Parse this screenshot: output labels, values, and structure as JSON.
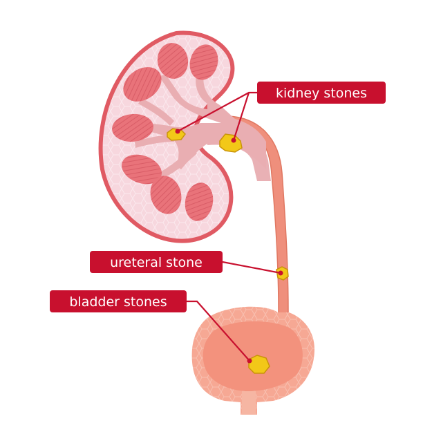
{
  "labels": {
    "kidney_stones": "kidney stones",
    "ureteral_stone": "ureteral stone",
    "bladder_stones": "bladder stones"
  },
  "colors": {
    "label_background": "#c8102e",
    "leader_line": "#c8102e",
    "kidney_outline": "#e05a63",
    "kidney_tissue": "#f6d3dc",
    "pyramid_fill": "#e9737a",
    "pelvis_fill": "#e9aeb2",
    "ureter_fill": "#ef8f7c",
    "bladder_fill": "#f3927d",
    "stone_fill": "#f2c818",
    "stone_outline": "#c9930a"
  }
}
